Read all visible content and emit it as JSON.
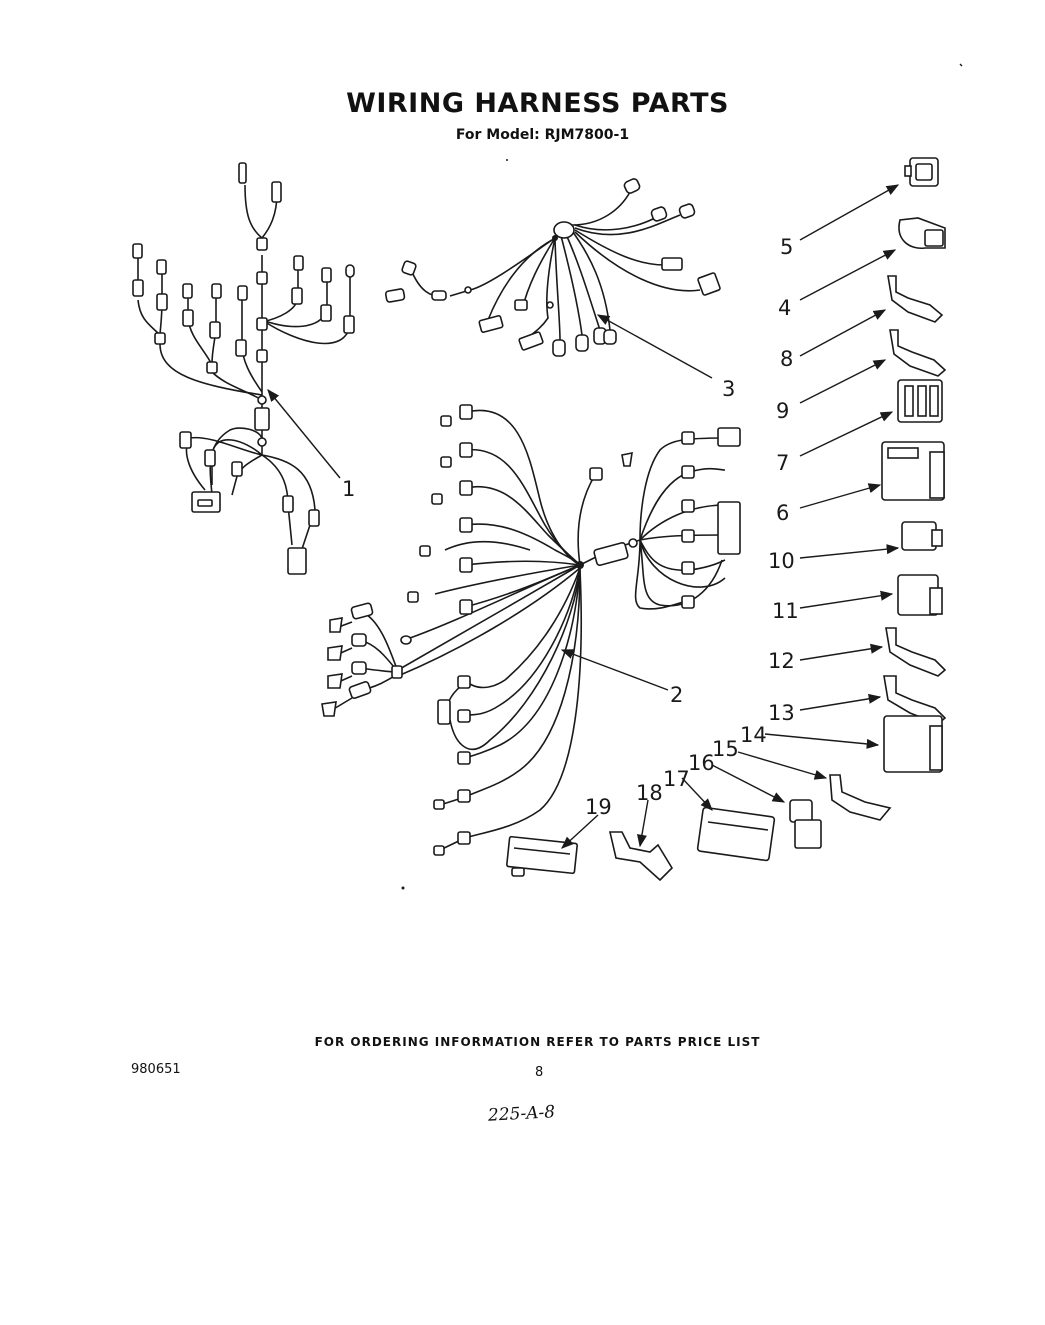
{
  "header": {
    "title": "WIRING HARNESS PARTS",
    "model_line": "For Model: RJM7800-1"
  },
  "callouts": {
    "c1": "1",
    "c2": "2",
    "c3": "3",
    "c4": "4",
    "c5": "5",
    "c6": "6",
    "c7": "7",
    "c8": "8",
    "c9": "9",
    "c10": "10",
    "c11": "11",
    "c12": "12",
    "c13": "13",
    "c14": "14",
    "c15": "15",
    "c16": "16",
    "c17": "17",
    "c18": "18",
    "c19": "19"
  },
  "footer": {
    "ordering_note": "FOR ORDERING INFORMATION REFER TO PARTS PRICE LIST",
    "doc_number": "980651",
    "page_number": "8",
    "handwritten_note": "225-A-8"
  }
}
